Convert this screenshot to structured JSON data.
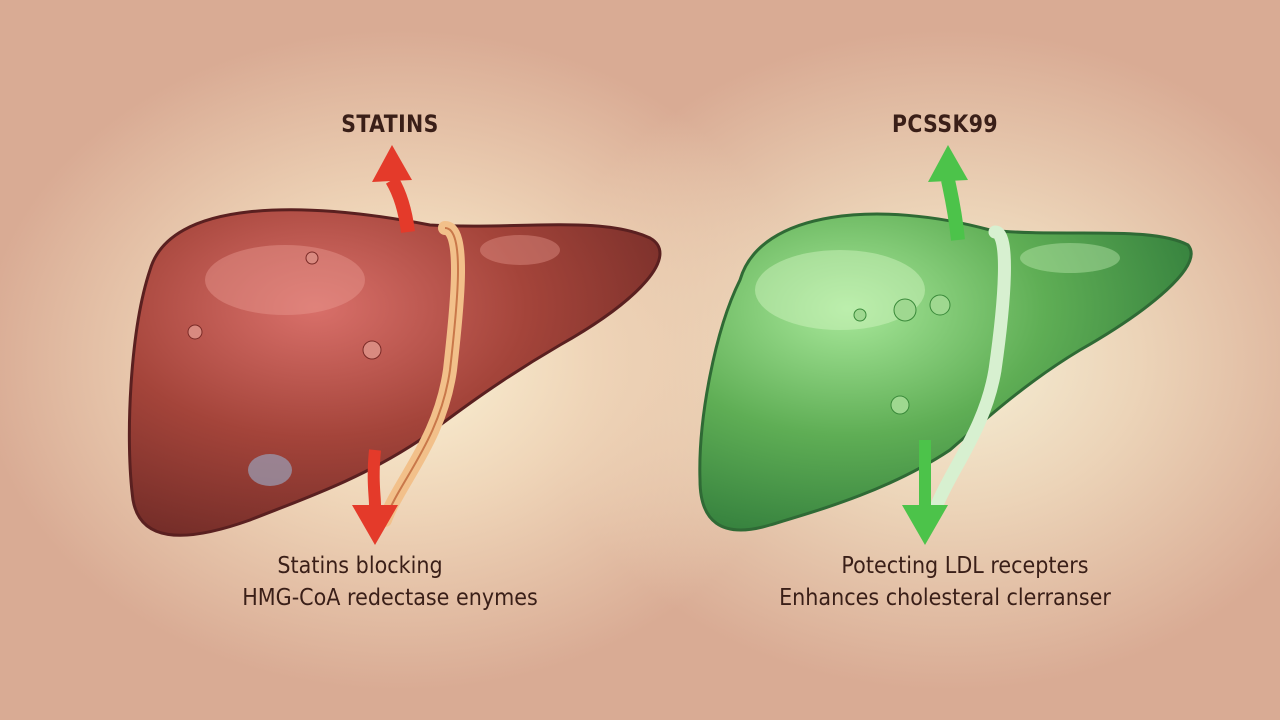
{
  "left": {
    "title": "STATINS",
    "caption_line1": "Statins blocking",
    "caption_line2": "HMG-CoA redectase enymes",
    "color": "#e43a2a",
    "organ_color": "#9a3e35"
  },
  "right": {
    "title": "PCSSK99",
    "caption_line1": "Potecting LDL recepters",
    "caption_line2": "Enhances cholesteral clerranser",
    "color": "#4cc34a",
    "organ_color": "#4a9a4a"
  }
}
